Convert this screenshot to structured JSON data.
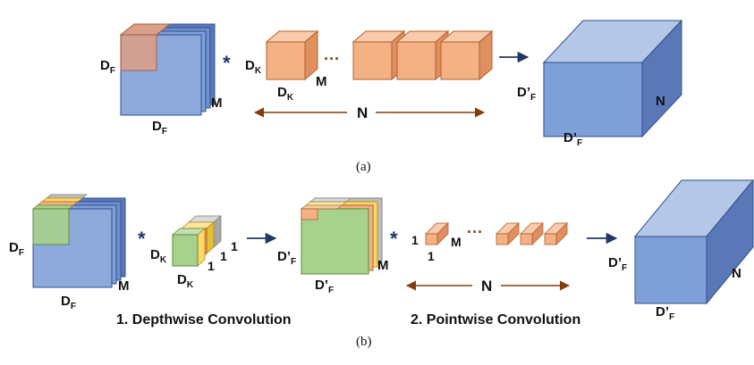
{
  "panel_a": {
    "caption": "(a)",
    "input": {
      "height_label": "D",
      "height_sub": "F",
      "width_label": "D",
      "width_sub": "F",
      "depth_label": "M"
    },
    "operator": "*",
    "kernel": {
      "height_label": "D",
      "height_sub": "K",
      "width_label": "D",
      "width_sub": "K",
      "depth_label": "M"
    },
    "ellipsis": "···",
    "count_label": "N",
    "output": {
      "height_label": "D’",
      "height_sub": "F",
      "width_label": "D’",
      "width_sub": "F",
      "depth_label": "N"
    }
  },
  "panel_b": {
    "caption": "(b)",
    "input": {
      "height_label": "D",
      "height_sub": "F",
      "width_label": "D",
      "width_sub": "F",
      "depth_label": "M"
    },
    "operator_1": "*",
    "dw_kernel": {
      "height_label": "D",
      "height_sub": "K",
      "width_label": "D",
      "width_sub": "K",
      "depth_labels": [
        "1",
        "1",
        "1"
      ]
    },
    "intermediate": {
      "height_label": "D’",
      "height_sub": "F",
      "width_label": "D’",
      "width_sub": "F",
      "depth_label": "M"
    },
    "operator_2": "*",
    "pw_kernel": {
      "height_label": "1",
      "width_label": "1",
      "depth_label": "M"
    },
    "ellipsis": "···",
    "count_label": "N",
    "output": {
      "height_label": "D’",
      "height_sub": "F",
      "width_label": "D’",
      "width_sub": "F",
      "depth_label": "N"
    },
    "step1_label": "1. Depthwise Convolution",
    "step2_label": "2. Pointwise Convolution"
  },
  "colors": {
    "blue_face": "#7f9fd9",
    "blue_top": "#b4c7e7",
    "blue_side": "#5a78b8",
    "orange_face": "#f4b183",
    "orange_top": "#f8cbad",
    "orange_side": "#e09060",
    "green_face": "#a9d18e",
    "yellow_face": "#ffd966",
    "gray_face": "#bfbfbf",
    "arrow_blue": "#1f3864",
    "arrow_brown": "#843c0c"
  }
}
